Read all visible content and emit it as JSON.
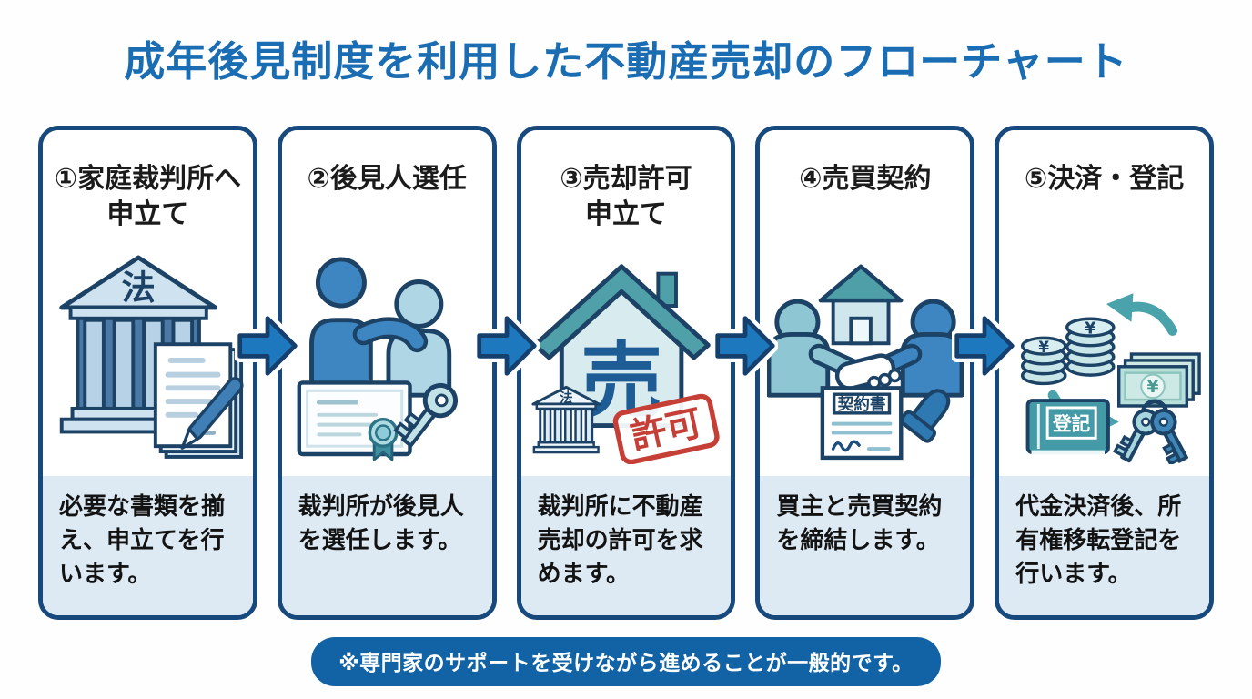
{
  "title": "成年後見制度を利用した不動産売却のフローチャート",
  "footnote": "※専門家のサポートを受けながら進めることが一般的です。",
  "colors": {
    "title_blue": "#1a6db3",
    "card_border_navy": "#17497d",
    "card_desc_bg": "#ddeaf4",
    "arrow_fill": "#1e78be",
    "arrow_stroke": "#15406e",
    "footnote_bg": "#1263a5",
    "stamp_red": "#c63f37",
    "icon_teal": "#4f9fa8",
    "icon_navy": "#1c4266"
  },
  "steps": [
    {
      "title": "①家庭裁判所へ\n申立て",
      "description": "必要な書類を揃え、申立てを行います。",
      "icon": "courthouse-and-documents",
      "courthouse_label": "法"
    },
    {
      "title": "②後見人選任",
      "description": "裁判所が後見人を選任します。",
      "icon": "guardian-certificate-key"
    },
    {
      "title": "③売却許可\n申立て",
      "description": "裁判所に不動産売却の許可を求めます。",
      "icon": "house-court-permit-stamp",
      "house_label": "売",
      "court_label": "法",
      "stamp_label": "許可"
    },
    {
      "title": "④売買契約",
      "description": "買主と売買契約を締結します。",
      "icon": "handshake-contract-seal",
      "contract_label": "契約書"
    },
    {
      "title": "⑤決済・登記",
      "description": "代金決済後、所有権移転登記を行います。",
      "icon": "payment-registry-keys",
      "book_label": "登記",
      "coin_label": "¥",
      "bill_label": "¥"
    }
  ]
}
